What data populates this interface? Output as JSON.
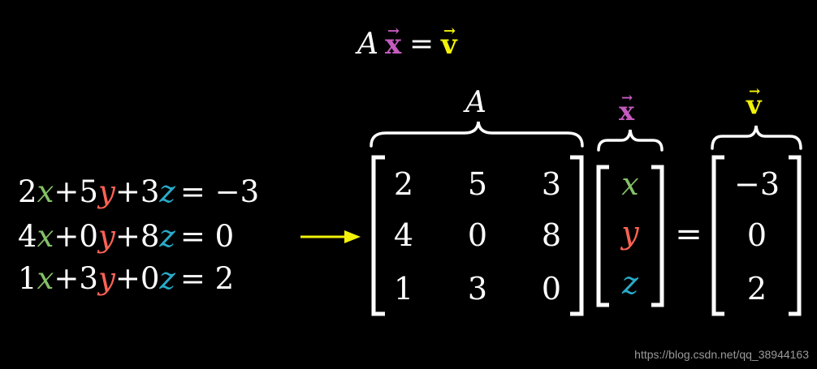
{
  "colors": {
    "background": "#000000",
    "text": "#FFFFFF",
    "x": "#83C167",
    "y": "#FC6255",
    "z": "#29ABCA",
    "vec_x": "#C55BBF",
    "vec_v": "#F2F20A",
    "arrow": "#F2F20A"
  },
  "title": {
    "A": "A",
    "x": "x",
    "eq": "=",
    "v": "v",
    "vector_arrow": "→"
  },
  "labels": {
    "matrix": "A",
    "x_vec": "x",
    "v_vec": "v"
  },
  "equations": [
    [
      "2",
      "x",
      "+5",
      "y",
      "+3",
      "z",
      "= −3"
    ],
    [
      "4",
      "x",
      "+0",
      "y",
      "+8",
      "z",
      "= 0"
    ],
    [
      "1",
      "x",
      "+3",
      "y",
      "+0",
      "z",
      "= 2"
    ]
  ],
  "matrix_A": [
    [
      "2",
      "5",
      "3"
    ],
    [
      "4",
      "0",
      "8"
    ],
    [
      "1",
      "3",
      "0"
    ]
  ],
  "vector_x": [
    "x",
    "y",
    "z"
  ],
  "vector_v": [
    "−3",
    "0",
    "2"
  ],
  "equals": "=",
  "watermark": "https://blog.csdn.net/qq_38944163"
}
